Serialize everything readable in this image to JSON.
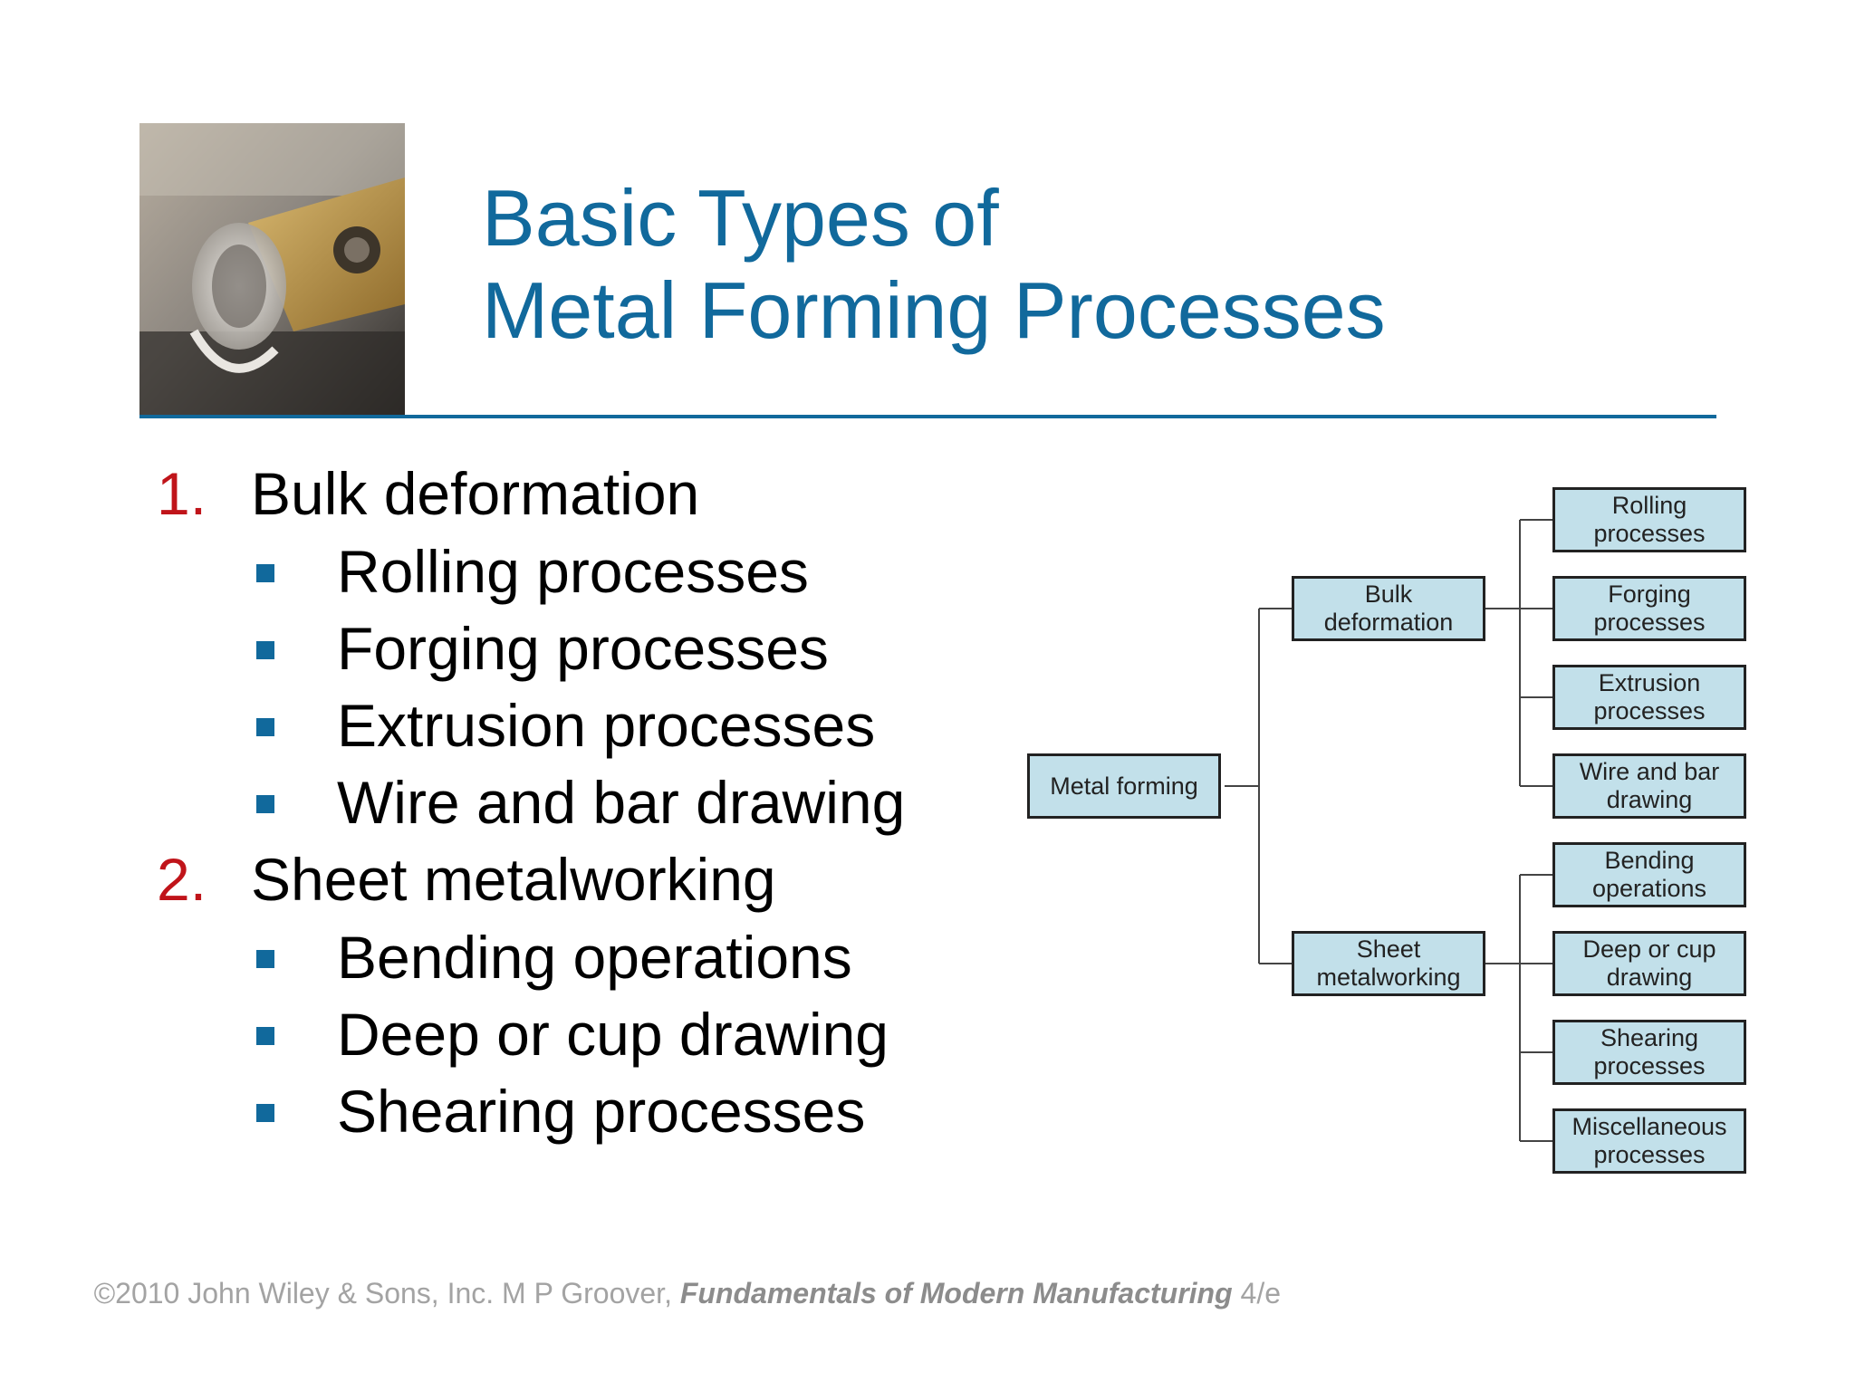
{
  "slide": {
    "title_line1": "Basic Types of",
    "title_line2": "Metal Forming Processes",
    "accent_color": "#11699c",
    "number_color": "#c0141a",
    "image_icon": "metal-cutting-tool-photo"
  },
  "outline": [
    {
      "number": "1.",
      "label": "Bulk deformation",
      "items": [
        "Rolling processes",
        "Forging processes",
        "Extrusion processes",
        "Wire and bar drawing"
      ]
    },
    {
      "number": "2.",
      "label": "Sheet metalworking",
      "items": [
        "Bending operations",
        "Deep or cup drawing",
        "Shearing processes"
      ]
    }
  ],
  "diagram": {
    "box_color": "#c2e0ea",
    "root": "Metal forming",
    "branches": [
      {
        "label": "Bulk deformation",
        "children": [
          "Rolling processes",
          "Forging processes",
          "Extrusion processes",
          "Wire and bar drawing"
        ]
      },
      {
        "label": "Sheet metalworking",
        "children": [
          "Bending operations",
          "Deep or cup drawing",
          "Shearing processes",
          "Miscellaneous processes"
        ]
      }
    ]
  },
  "footer": {
    "copyright": "©2010 John Wiley & Sons, Inc.  M P Groover, ",
    "book": "Fundamentals of Modern Manufacturing",
    "edition": " 4/e"
  }
}
